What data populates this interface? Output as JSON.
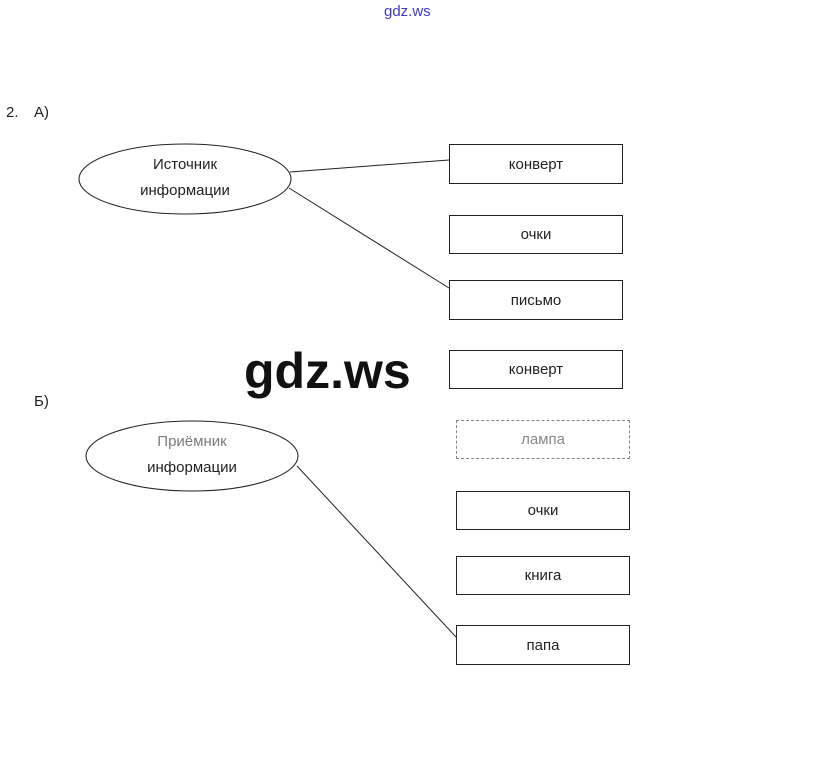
{
  "header": {
    "site_mark": "gdz.ws"
  },
  "task_number": "2.",
  "part_a": {
    "label": "А)",
    "node": [
      "Источник",
      "информации"
    ],
    "boxes": [
      "конверт",
      "очки",
      "письмо",
      "конверт"
    ]
  },
  "part_b": {
    "label": "Б)",
    "node": [
      "Приёмник",
      "информации"
    ],
    "boxes": [
      "лампа",
      "очки",
      "книга",
      "папа"
    ]
  },
  "watermark": "gdz.ws"
}
